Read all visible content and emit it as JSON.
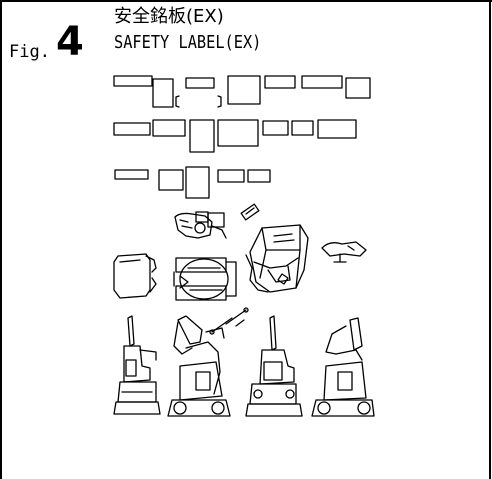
{
  "figure": {
    "prefix": "Fig.",
    "number": "4",
    "title_jp": "安全銘板(EX)",
    "title_en": "SAFETY LABEL(EX)"
  }
}
